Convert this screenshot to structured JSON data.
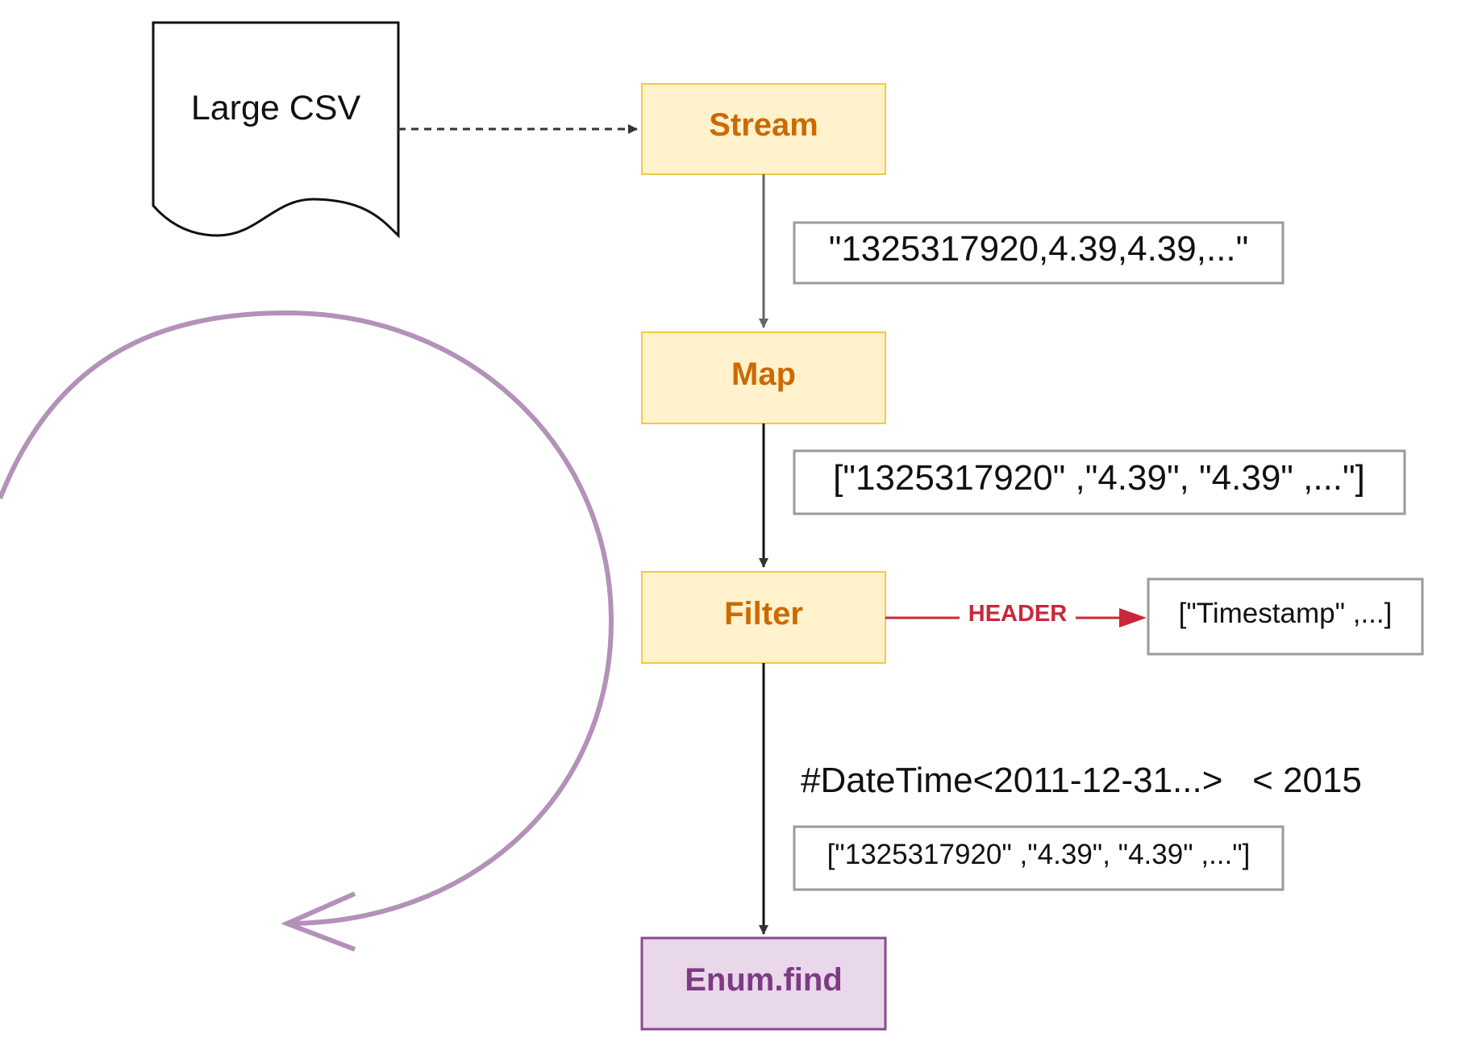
{
  "document": {
    "label": "Large CSV"
  },
  "nodes": {
    "stream": {
      "label": "Stream"
    },
    "map": {
      "label": "Map"
    },
    "filter": {
      "label": "Filter"
    },
    "enum_find": {
      "label": "Enum.find"
    }
  },
  "data_boxes": {
    "stream_output": "\"1325317920,4.39,4.39,...\"",
    "map_output": "[\"1325317920\" ,\"4.39\", \"4.39\" ,...\"]",
    "header_row": "[\"Timestamp\" ,...]",
    "filter_output": "[\"1325317920\" ,\"4.39\", \"4.39\" ,...\"]"
  },
  "edges": {
    "filter_to_header": {
      "label": "HEADER"
    }
  },
  "annotations": {
    "filter_condition": "#DateTime<2011-12-31...>   < 2015"
  },
  "colors": {
    "process_fill": "#fff2cc",
    "process_stroke": "#f5c842",
    "process_text": "#cc6a00",
    "enum_fill": "#e8d8ea",
    "enum_stroke": "#8a4a8e",
    "enum_text": "#7e3a84",
    "header_edge": "#c8283a",
    "loop_arrow": "#b391b8",
    "data_box_stroke": "#9a9a9a"
  }
}
